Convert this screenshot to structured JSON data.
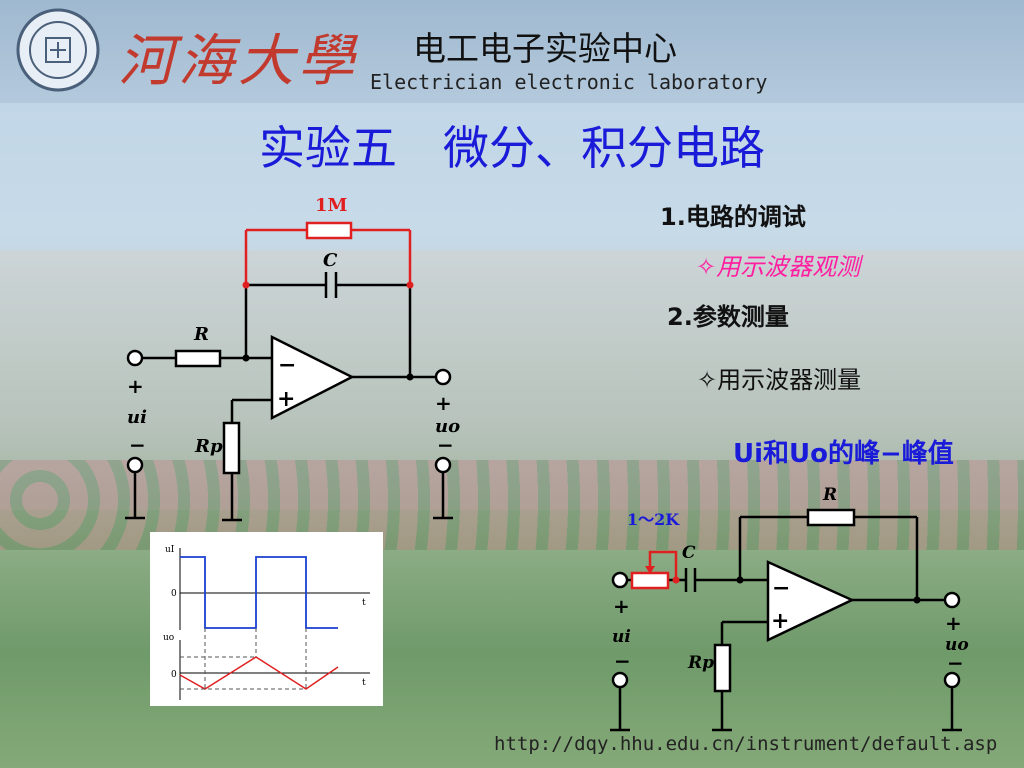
{
  "header": {
    "brand": "河海大學",
    "lab_cn": "电工电子实验中心",
    "lab_en": "Electrician electronic laboratory"
  },
  "slide": {
    "title": "实验五　微分、积分电路",
    "section1": "1.电路的调试",
    "section1_item": "✧用示波器观测",
    "section2": "2.参数测量",
    "section2_item": "✧用示波器测量",
    "measure": "Ui和Uo的峰−峰值"
  },
  "circuit1": {
    "feedback_resistor": "1M",
    "capacitor": "C",
    "input_resistor": "R",
    "bias_resistor": "Rp",
    "input": "ui",
    "output": "uo",
    "minus": "−",
    "plus": "+"
  },
  "circuit2": {
    "pot": "1～2K",
    "capacitor": "C",
    "feedback_resistor": "R",
    "bias_resistor": "Rp",
    "input": "ui",
    "output": "uo"
  },
  "waveform": {
    "top_label": "uI",
    "bottom_label": "uo",
    "zero": "0",
    "t": "t"
  },
  "footer": {
    "url": "http://dqy.hhu.edu.cn/instrument/default.asp"
  },
  "colors": {
    "title": "#1a1ad9",
    "highlight": "#ff1ea0",
    "feedback": "#e02020"
  }
}
